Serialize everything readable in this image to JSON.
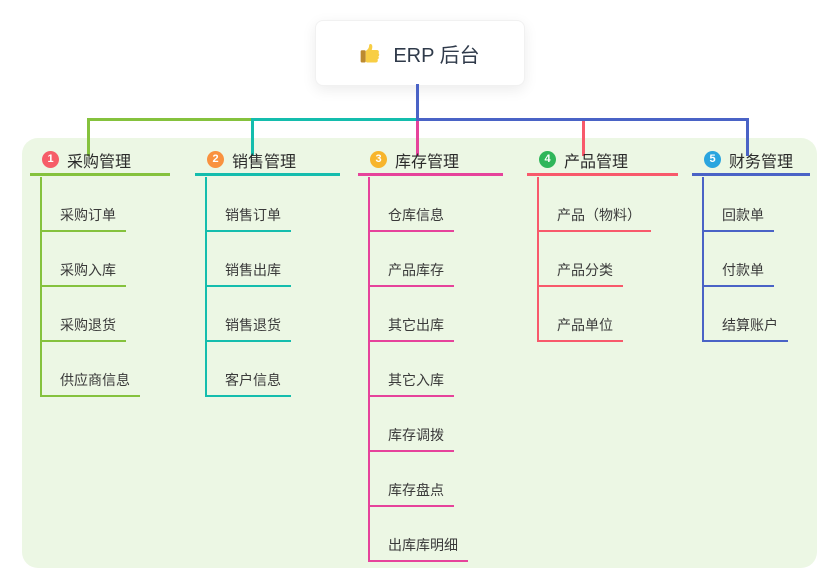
{
  "root": {
    "label": "ERP 后台",
    "icon": "thumbs-up-icon"
  },
  "colors": {
    "panel_bg": "#ecf7e4",
    "root_stem": "#4a63c6",
    "root_text": "#2f3a4a"
  },
  "branches": [
    {
      "index": "1",
      "title": "采购管理",
      "line_color": "#85c23d",
      "badge_color": "#f65d68",
      "items": [
        "采购订单",
        "采购入库",
        "采购退货",
        "供应商信息"
      ]
    },
    {
      "index": "2",
      "title": "销售管理",
      "line_color": "#14bdad",
      "badge_color": "#f9923f",
      "items": [
        "销售订单",
        "销售出库",
        "销售退货",
        "客户信息"
      ]
    },
    {
      "index": "3",
      "title": "库存管理",
      "line_color": "#e6439b",
      "badge_color": "#f7b52c",
      "items": [
        "仓库信息",
        "产品库存",
        "其它出库",
        "其它入库",
        "库存调拨",
        "库存盘点",
        "出库库明细"
      ]
    },
    {
      "index": "4",
      "title": "产品管理",
      "line_color": "#f8596b",
      "badge_color": "#2fb65a",
      "items": [
        "产品（物料）",
        "产品分类",
        "产品单位"
      ]
    },
    {
      "index": "5",
      "title": "财务管理",
      "line_color": "#4a63c6",
      "badge_color": "#2aa5df",
      "items": [
        "回款单",
        "付款单",
        "结算账户"
      ]
    }
  ]
}
